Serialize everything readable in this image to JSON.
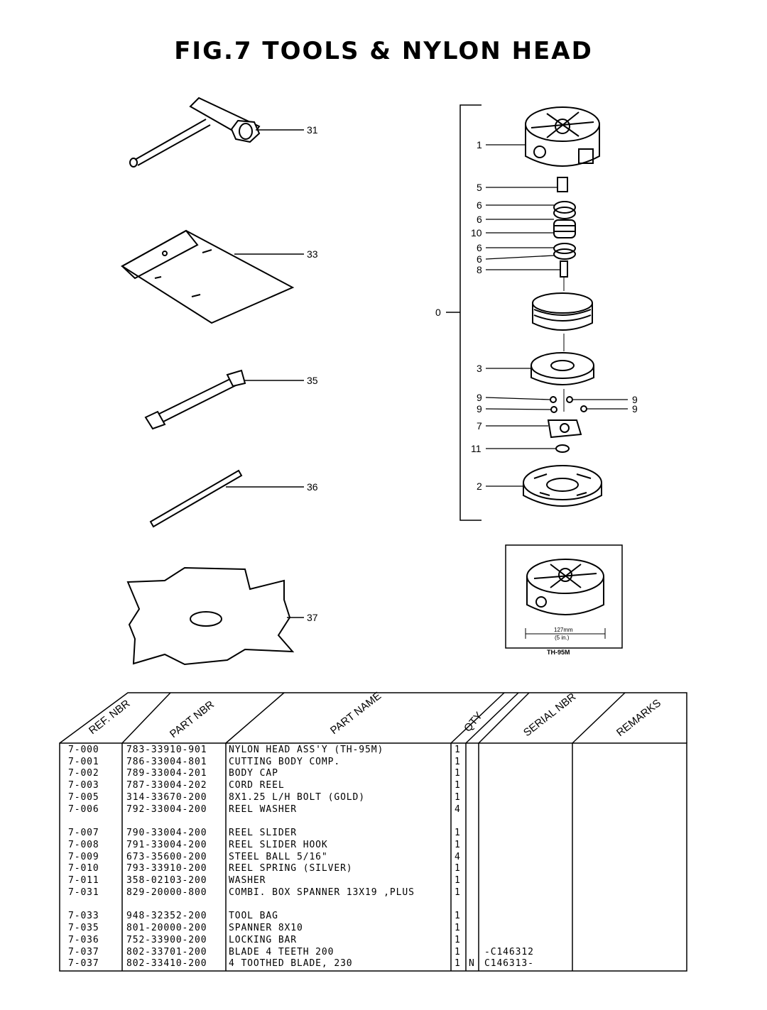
{
  "title": "FIG.7   TOOLS & NYLON HEAD",
  "tool_callouts": [
    "31",
    "33",
    "35",
    "36",
    "37"
  ],
  "head_callouts": {
    "bracket": "0",
    "left": [
      "1",
      "5",
      "6",
      "6",
      "10",
      "6",
      "6",
      "8",
      "3",
      "9",
      "9",
      "7",
      "11",
      "2"
    ],
    "right": [
      "9",
      "9"
    ]
  },
  "inset": {
    "dimension": "127mm",
    "dimension_in": "(5 in.)",
    "model": "TH-95M"
  },
  "table": {
    "headers": [
      "REF. NBR",
      "PART NBR",
      "PART NAME",
      "QTY",
      "SERIAL NBR",
      "REMARKS"
    ],
    "rows": [
      {
        "ref": "7-000",
        "part": "783-33910-901",
        "name": "NYLON HEAD ASS'Y (TH-95M)",
        "qty": "1",
        "n": "",
        "serial": ""
      },
      {
        "ref": "7-001",
        "part": "786-33004-801",
        "name": "CUTTING BODY COMP.",
        "qty": "1",
        "n": "",
        "serial": ""
      },
      {
        "ref": "7-002",
        "part": "789-33004-201",
        "name": "BODY CAP",
        "qty": "1",
        "n": "",
        "serial": ""
      },
      {
        "ref": "7-003",
        "part": "787-33004-202",
        "name": "CORD REEL",
        "qty": "1",
        "n": "",
        "serial": ""
      },
      {
        "ref": "7-005",
        "part": "314-33670-200",
        "name": "8X1.25 L/H BOLT (GOLD)",
        "qty": "1",
        "n": "",
        "serial": ""
      },
      {
        "ref": "7-006",
        "part": "792-33004-200",
        "name": "REEL WASHER",
        "qty": "4",
        "n": "",
        "serial": ""
      },
      {
        "ref": "7-007",
        "part": "790-33004-200",
        "name": "REEL SLIDER",
        "qty": "1",
        "n": "",
        "serial": ""
      },
      {
        "ref": "7-008",
        "part": "791-33004-200",
        "name": "REEL SLIDER HOOK",
        "qty": "1",
        "n": "",
        "serial": ""
      },
      {
        "ref": "7-009",
        "part": "673-35600-200",
        "name": "STEEL BALL 5/16\"",
        "qty": "4",
        "n": "",
        "serial": ""
      },
      {
        "ref": "7-010",
        "part": "793-33910-200",
        "name": "REEL SPRING (SILVER)",
        "qty": "1",
        "n": "",
        "serial": ""
      },
      {
        "ref": "7-011",
        "part": "358-02103-200",
        "name": "WASHER",
        "qty": "1",
        "n": "",
        "serial": ""
      },
      {
        "ref": "7-031",
        "part": "829-20000-800",
        "name": "COMBI. BOX SPANNER 13X19 ,PLUS",
        "qty": "1",
        "n": "",
        "serial": ""
      },
      {
        "ref": "7-033",
        "part": "948-32352-200",
        "name": "TOOL BAG",
        "qty": "1",
        "n": "",
        "serial": ""
      },
      {
        "ref": "7-035",
        "part": "801-20000-200",
        "name": "SPANNER 8X10",
        "qty": "1",
        "n": "",
        "serial": ""
      },
      {
        "ref": "7-036",
        "part": "752-33900-200",
        "name": "LOCKING BAR",
        "qty": "1",
        "n": "",
        "serial": ""
      },
      {
        "ref": "7-037",
        "part": "802-33701-200",
        "name": "BLADE 4 TEETH 200",
        "qty": "1",
        "n": "",
        "serial": "-C146312"
      },
      {
        "ref": "7-037",
        "part": "802-33410-200",
        "name": "4 TOOTHED BLADE, 230",
        "qty": "1",
        "n": "N",
        "serial": "C146313-"
      }
    ]
  }
}
